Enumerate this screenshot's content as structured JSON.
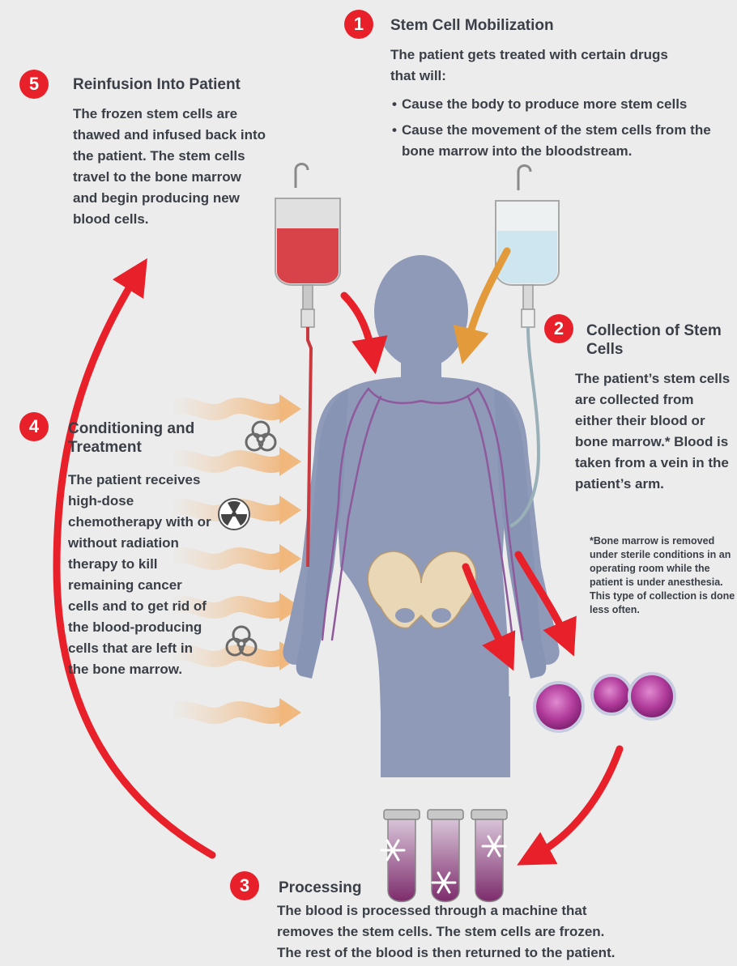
{
  "steps": {
    "s1": {
      "number": "1",
      "title": "Stem Cell Mobilization",
      "intro": "The patient gets treated with certain drugs that will:",
      "bullets": [
        "Cause the body to produce more stem cells",
        "Cause the movement of the stem cells from the bone marrow into the bloodstream."
      ]
    },
    "s2": {
      "number": "2",
      "title": "Collection of Stem Cells",
      "body": "The patient’s stem cells are collected from either their blood or bone marrow.* Blood is taken from a vein in the patient’s arm.",
      "footnote": "*Bone marrow is removed under sterile conditions in an operating room while the patient is under anesthesia. This type of collection is done less often."
    },
    "s3": {
      "number": "3",
      "title": "Processing",
      "body": "The blood is processed through a machine that removes the stem cells. The stem cells are frozen. The rest of the blood is then returned to the patient."
    },
    "s4": {
      "number": "4",
      "title": "Conditioning and Treatment",
      "body": "The patient receives high-dose chemotherapy with or without radiation therapy to kill remaining cancer cells and to get rid of the blood-producing cells that are left in the bone marrow."
    },
    "s5": {
      "number": "5",
      "title": "Reinfusion Into Patient",
      "body": "The frozen stem cells are thawed and infused back into the patient. The stem cells travel to the bone marrow and begin producing new blood cells."
    }
  },
  "colors": {
    "accent_red": "#e8202a",
    "arrow_orange": "#e39a3a",
    "body_blue": "#8e9ab8",
    "vein_purple": "#8e5a9c",
    "text": "#3a3f47",
    "background": "#ececec"
  },
  "icons": [
    "biohazard-icon",
    "radiation-icon",
    "snowflake-icon"
  ]
}
